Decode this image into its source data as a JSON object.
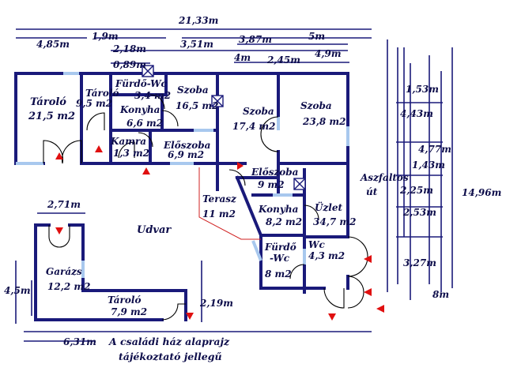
{
  "dimensions": {
    "top_total": "21,33m",
    "left_top": "4,85m",
    "d_1_9": "1,9m",
    "d_2_18": "2,18m",
    "d_0_89": "0,89m",
    "d_3_51": "3,51m",
    "d_3_87": "3,87m",
    "d_4m": "4m",
    "d_2_45": "2,45m",
    "d_5m": "5m",
    "d_4_9": "4,9m",
    "r_1_53": "1,53m",
    "r_4_43": "4,43m",
    "r_4_77": "4,77m",
    "r_1_43": "1,43m",
    "r_2_25": "2,25m",
    "r_2_53": "2,53m",
    "r_3_27": "3,27m",
    "r_14_96": "14,96m",
    "r_8m": "8m",
    "garage_width": "2,71m",
    "left_4_5": "4,5m",
    "d_2_19": "2,19m",
    "bottom_6_31": "6,31m"
  },
  "rooms": [
    {
      "name": "Tároló",
      "area": "21,5 m2"
    },
    {
      "name": "Tároló",
      "area": "9,5 m2"
    },
    {
      "name": "Fürdő-Wc",
      "area": "3,4 m2"
    },
    {
      "name": "Konyha",
      "area": "6,6 m2"
    },
    {
      "name": "Szoba",
      "area": "16,5 m2"
    },
    {
      "name": "Kamra",
      "area": "1,3 m2"
    },
    {
      "name": "Előszoba",
      "area": "6,9 m2"
    },
    {
      "name": "Szoba",
      "area": "17,4 m2"
    },
    {
      "name": "Szoba",
      "area": "23,8 m2"
    },
    {
      "name": "Előszoba",
      "area": "9 m2"
    },
    {
      "name": "Terasz",
      "area": "11 m2"
    },
    {
      "name": "Konyha",
      "area": "8,2 m2"
    },
    {
      "name": "Üzlet",
      "area": "34,7 m2"
    },
    {
      "name": "Fürdő",
      "area": "-Wc"
    },
    {
      "name": "8 m2",
      "area": ""
    },
    {
      "name": "Wc",
      "area": "4,3 m2"
    },
    {
      "name": "Garázs",
      "area": "12,2 m2"
    },
    {
      "name": "Tároló",
      "area": "7,9 m2"
    }
  ],
  "labels": {
    "yard": "Udvar",
    "road_line1": "Aszfaltos",
    "road_line2": "út",
    "caption_line1": "A családi ház alaprajz",
    "caption_line2": "tájékoztató jellegű"
  },
  "colors": {
    "wall": "#1a1a7a",
    "window": "#a8c8ee",
    "arrow": "#e01010",
    "terrace_outline": "#d02020"
  }
}
